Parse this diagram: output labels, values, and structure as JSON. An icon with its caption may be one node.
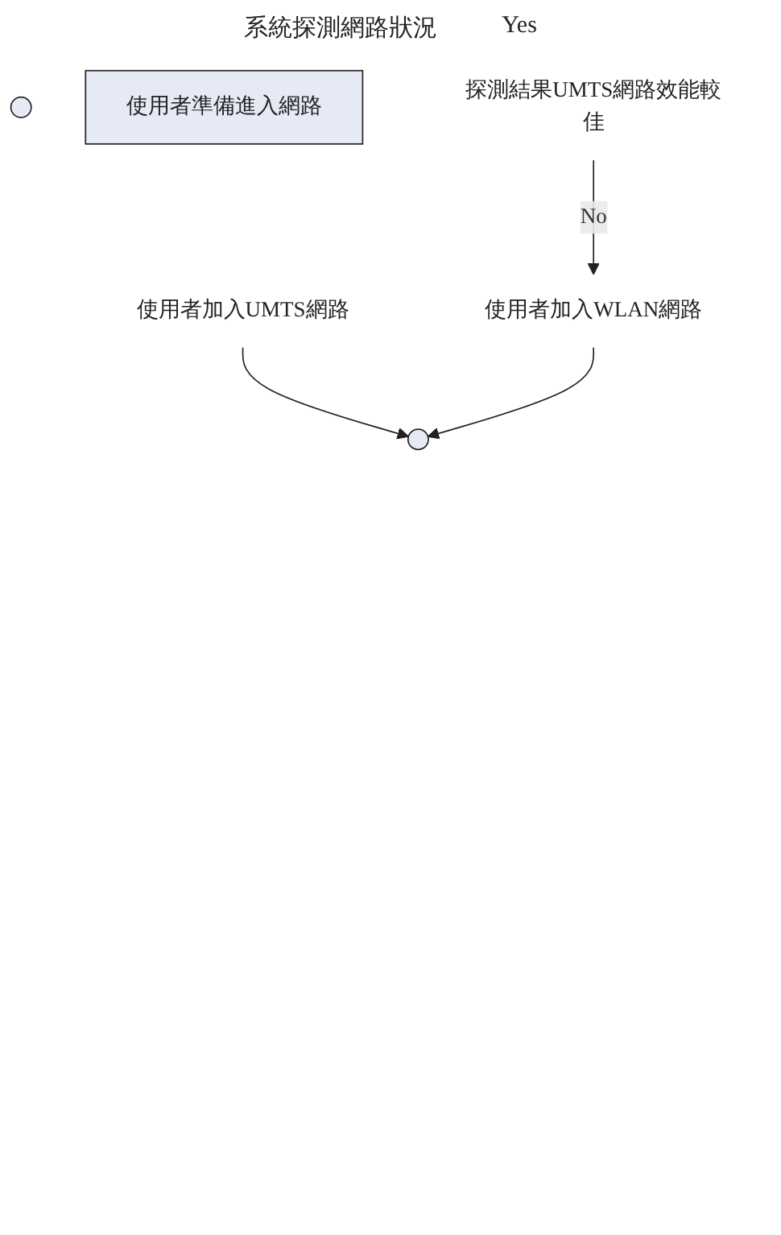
{
  "diagram": {
    "nodes": [
      {
        "text": [],
        "shape": "circle"
      },
      {
        "text": [
          "使用者準備進入網路"
        ]
      },
      {
        "text": [
          "探測結果UMTS網路效能較佳"
        ]
      },
      {
        "text": [
          "使用者加入WLAN網路"
        ]
      },
      {
        "text": [
          "使用者加入UMTS網路"
        ]
      },
      {
        "text": [],
        "shape": "circle"
      }
    ],
    "edges": [
      {
        "from": 2,
        "to": 3,
        "label": "No",
        "arrow": "to"
      },
      {
        "from": 4,
        "to": 5,
        "arrow": "to"
      },
      {
        "from": 3,
        "to": 5,
        "arrow": "to"
      }
    ],
    "labels": [
      "系統探測網路狀況",
      "Yes"
    ]
  }
}
